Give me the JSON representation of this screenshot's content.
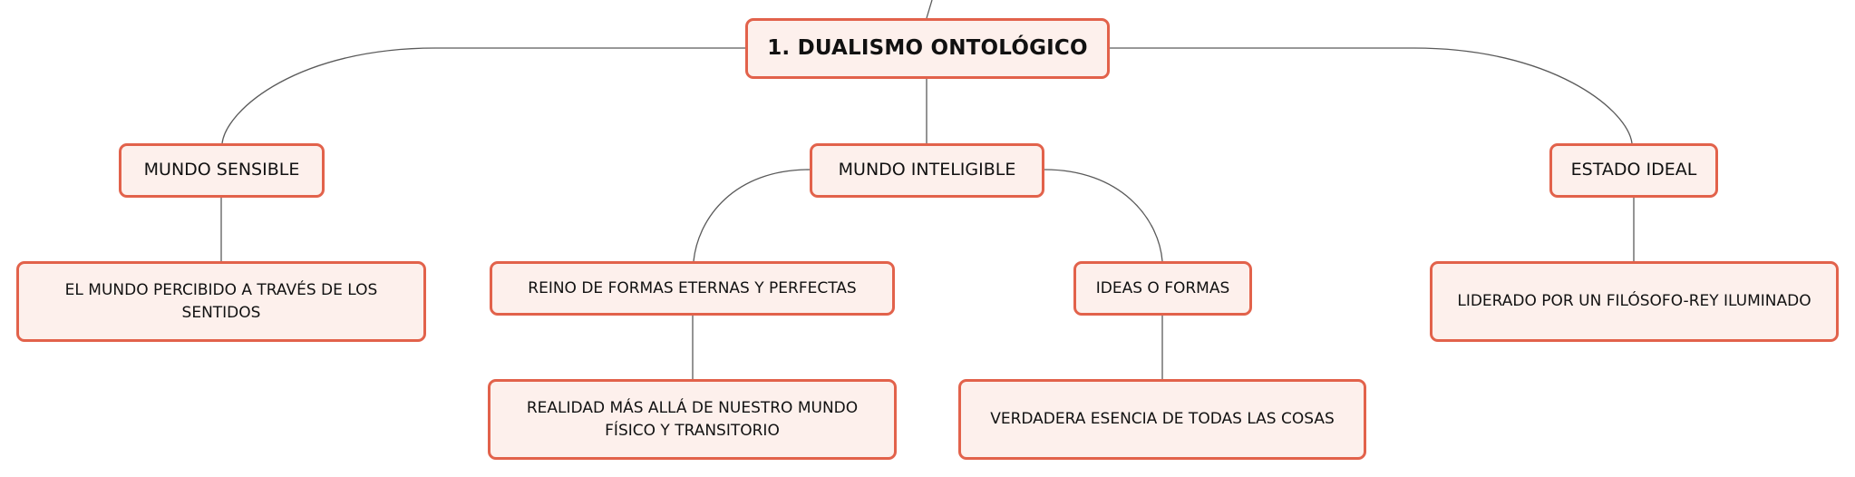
{
  "colors": {
    "node_fill": "#fdf0ec",
    "node_border": "#e2624b",
    "connector": "#5a5a5a",
    "text": "#111111"
  },
  "diagram": {
    "root": "1. DUALISMO ONTOLÓGICO",
    "mundo_sensible": {
      "label": "MUNDO SENSIBLE",
      "child": "EL MUNDO PERCIBIDO A TRAVÉS DE LOS SENTIDOS"
    },
    "mundo_inteligible": {
      "label": "MUNDO INTELIGIBLE",
      "reino": {
        "label": "REINO DE FORMAS ETERNAS Y PERFECTAS",
        "child": "REALIDAD MÁS ALLÁ DE NUESTRO MUNDO FÍSICO Y TRANSITORIO"
      },
      "ideas": {
        "label": "IDEAS O FORMAS",
        "child": "VERDADERA ESENCIA DE TODAS LAS COSAS"
      }
    },
    "estado_ideal": {
      "label": "ESTADO IDEAL",
      "child": "LIDERADO POR UN FILÓSOFO-REY ILUMINADO"
    }
  }
}
